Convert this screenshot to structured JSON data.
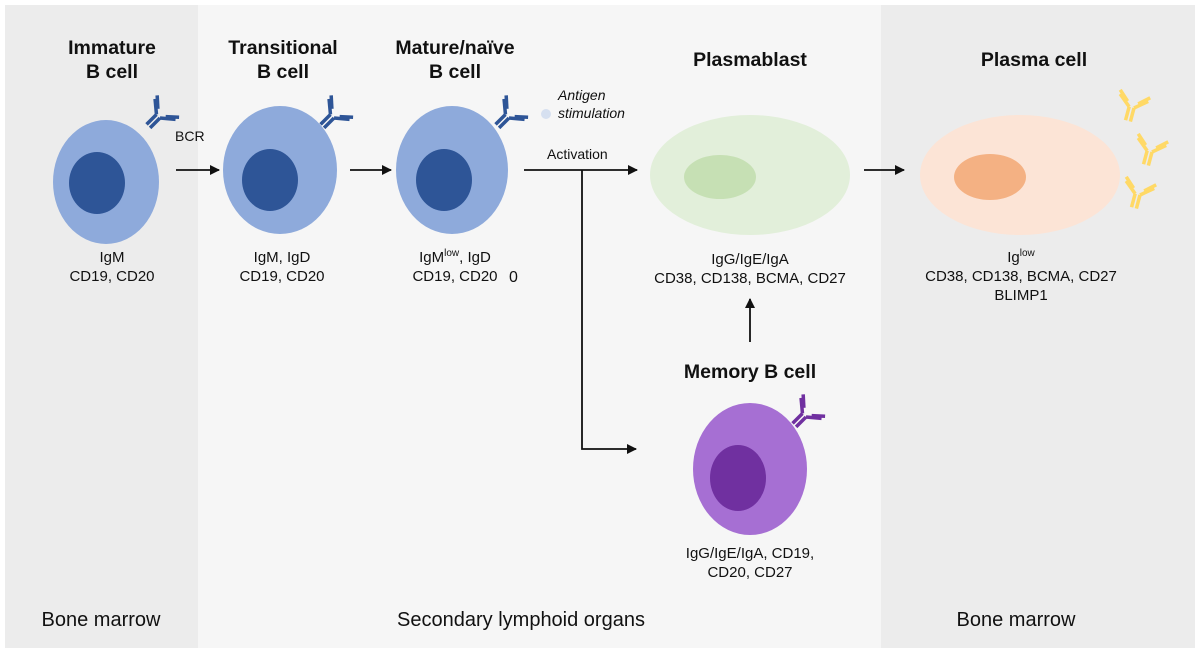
{
  "regions": {
    "left": "Bone marrow",
    "middle": "Secondary lymphoid organs",
    "right": "Bone marrow"
  },
  "stages": {
    "immature": {
      "title_line1": "Immature",
      "title_line2": "B cell",
      "markers_line1": "IgM",
      "markers_line2": "CD19, CD20"
    },
    "transitional": {
      "title_line1": "Transitional",
      "title_line2": "B cell",
      "markers_line1": "IgM, IgD",
      "markers_line2": "CD19, CD20"
    },
    "mature": {
      "title_line1": "Mature/naïve",
      "title_line2": "B cell",
      "markers_igm": "IgM",
      "markers_low": "low",
      "markers_rest": ", IgD",
      "markers_line2": "CD19, CD20",
      "stray_glyph": "0"
    },
    "plasmablast": {
      "title": "Plasmablast",
      "markers_line1": "IgG/IgE/IgA",
      "markers_line2": "CD38, CD138, BCMA, CD27"
    },
    "memory": {
      "title": "Memory B cell",
      "markers_line1": "IgG/IgE/IgA, CD19,",
      "markers_line2": "CD20, CD27"
    },
    "plasma": {
      "title": "Plasma cell",
      "markers_ig": "Ig",
      "markers_low": "low",
      "markers_line2": "CD38, CD138, BCMA, CD27",
      "markers_line3": "BLIMP1"
    }
  },
  "labels": {
    "bcr": "BCR",
    "antigen_line1": "Antigen",
    "antigen_line2": "stimulation",
    "activation": "Activation"
  },
  "colors": {
    "bone_marrow_bg": "#ececec",
    "lymphoid_bg": "#f6f6f6",
    "bcell": "#8eaadb",
    "bcell_nucleus": "#2e5597",
    "receptor": "#2e5597",
    "plasmablast": "#e2efda",
    "plasmablast_nucleus": "#c6e0b4",
    "memory": "#a66fd3",
    "memory_nucleus": "#7030a0",
    "plasma": "#fce4d6",
    "plasma_nucleus": "#f4b183",
    "antibody": "#ffd966",
    "antigen": "#d6e0f0"
  },
  "icons": {
    "bcr": "y-shaped-receptor-icon",
    "antibody": "y-shaped-antibody-icon",
    "antigen": "antigen-dot-icon"
  }
}
